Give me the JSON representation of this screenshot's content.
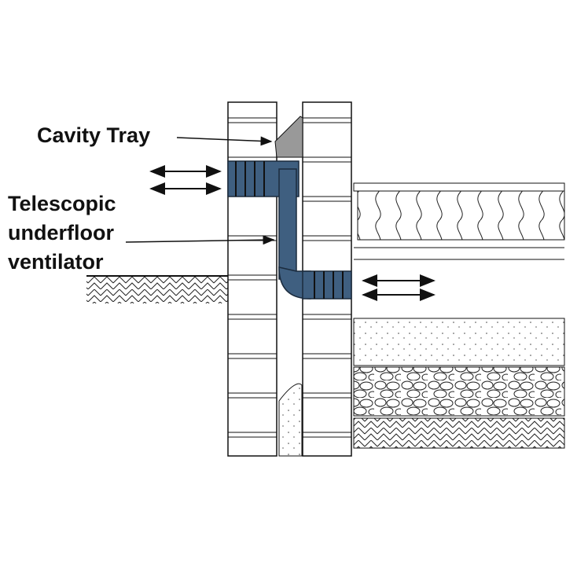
{
  "labels": {
    "cavity_tray": "Cavity Tray",
    "ventilator_line1": "Telescopic",
    "ventilator_line2": "underfloor",
    "ventilator_line3": "ventilator"
  },
  "colors": {
    "ventilator": "#3f5f80",
    "ink": "#111111"
  }
}
